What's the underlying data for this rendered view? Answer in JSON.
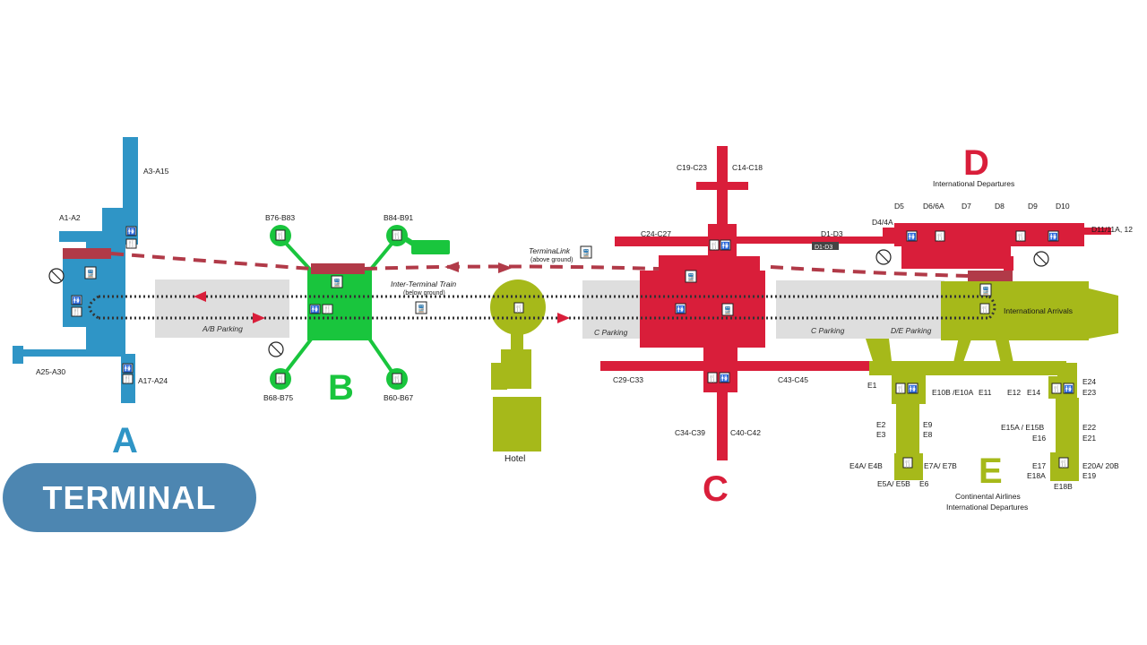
{
  "badge": {
    "label": "TERMINAL"
  },
  "colors": {
    "terminal_a": "#2f95c6",
    "terminal_b": "#19c53d",
    "terminal_c": "#d91e3a",
    "terminal_d": "#d91e3a",
    "terminal_e": "#a6b91a",
    "hotel": "#a6b91a",
    "parking": "#dedede",
    "terminallink": "#b13a48",
    "train": "#333333",
    "badge": "#4d86b1"
  },
  "terminals": {
    "a": {
      "letter": "A",
      "gates": {
        "north": "A3-A15",
        "upper_left": "A1-A2",
        "lower_left": "A25-A30",
        "south": "A17-A24"
      }
    },
    "b": {
      "letter": "B",
      "gates": {
        "nw": "B76-B83",
        "ne": "B84-B91",
        "sw": "B68-B75",
        "se": "B60-B67"
      }
    },
    "c": {
      "letter": "C",
      "gates": {
        "n1": "C19-C23",
        "n2": "C14-C18",
        "w_upper": "C24-C27",
        "w_lower": "C29-C33",
        "e_lower": "C43-C45",
        "s1": "C34-C39",
        "s2": "C40-C42",
        "connector": "D1-D3"
      }
    },
    "d": {
      "letter": "D",
      "subtitle": "International Departures",
      "gates": [
        "D4/4A",
        "D5",
        "D6/6A",
        "D7",
        "D8",
        "D9",
        "D10",
        "D11/11A, 12"
      ]
    },
    "e": {
      "letter": "E",
      "subtitle_line1": "Continental Airlines",
      "subtitle_line2": "International Departures",
      "arrivals": "International Arrivals",
      "gates": {
        "e1": "E1",
        "e10": "E10B /E10A",
        "e11": "E11",
        "e12": "E12",
        "e14": "E14",
        "e24": "E24",
        "e23": "E23",
        "e2": "E2",
        "e3": "E3",
        "e9": "E9",
        "e8": "E8",
        "e4": "E4A/ E4B",
        "e7": "E7A/ E7B",
        "e5": "E5A/ E5B",
        "e6": "E6",
        "e15": "E15A / E15B",
        "e16": "E16",
        "e22": "E22",
        "e21": "E21",
        "e17": "E17",
        "e18a": "E18A",
        "e18b": "E18B",
        "e20": "E20A/ 20B",
        "e19": "E19"
      }
    }
  },
  "transit": {
    "terminallink": "TerminaLink",
    "terminallink_note": "(above ground)",
    "train": "Inter-Terminal Train",
    "train_note": "(below ground)"
  },
  "parking": {
    "ab": "A/B Parking",
    "c_left": "C Parking",
    "c_right": "C Parking",
    "de": "D/E Parking"
  },
  "hotel": {
    "label": "Hotel"
  }
}
